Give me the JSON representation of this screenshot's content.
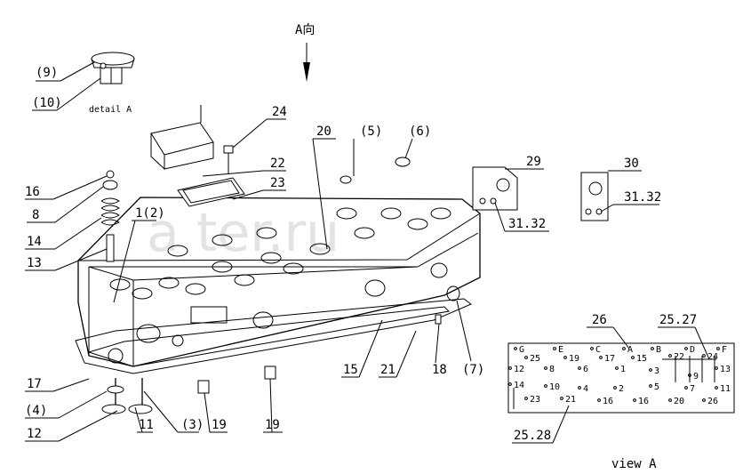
{
  "view_direction": "A向",
  "detail_caption": "detail A",
  "view_caption": "view A",
  "watermark": "a     ter.ru",
  "labels": {
    "p9": "(9)",
    "p10": "(10)",
    "p16": "16",
    "p8": "8",
    "p14": "14",
    "p13": "13",
    "p1_2": "1(2)",
    "p24": "24",
    "p22": "22",
    "p23": "23",
    "p20": "20",
    "p5": "(5)",
    "p6": "(6)",
    "p29": "29",
    "p30": "30",
    "p31_32a": "31.32",
    "p31_32b": "31.32",
    "p17": "17",
    "p4": "(4)",
    "p12": "12",
    "p11": "11",
    "p3": "(3)",
    "p19a": "19",
    "p19b": "19",
    "p15": "15",
    "p21": "21",
    "p18": "18",
    "p7": "(7)",
    "p26": "26",
    "p25_27": "25.27",
    "p25_28": "25.28"
  },
  "view_a_marks": [
    "G",
    "25",
    "E",
    "19",
    "C",
    "17",
    "A",
    "15",
    "B",
    "22",
    "D",
    "24",
    "F",
    "12",
    "8",
    "6",
    "1",
    "3",
    "9",
    "13",
    "10",
    "4",
    "2",
    "5",
    "7",
    "11",
    "14",
    "23",
    "21",
    "16",
    "16",
    "20",
    "26"
  ]
}
